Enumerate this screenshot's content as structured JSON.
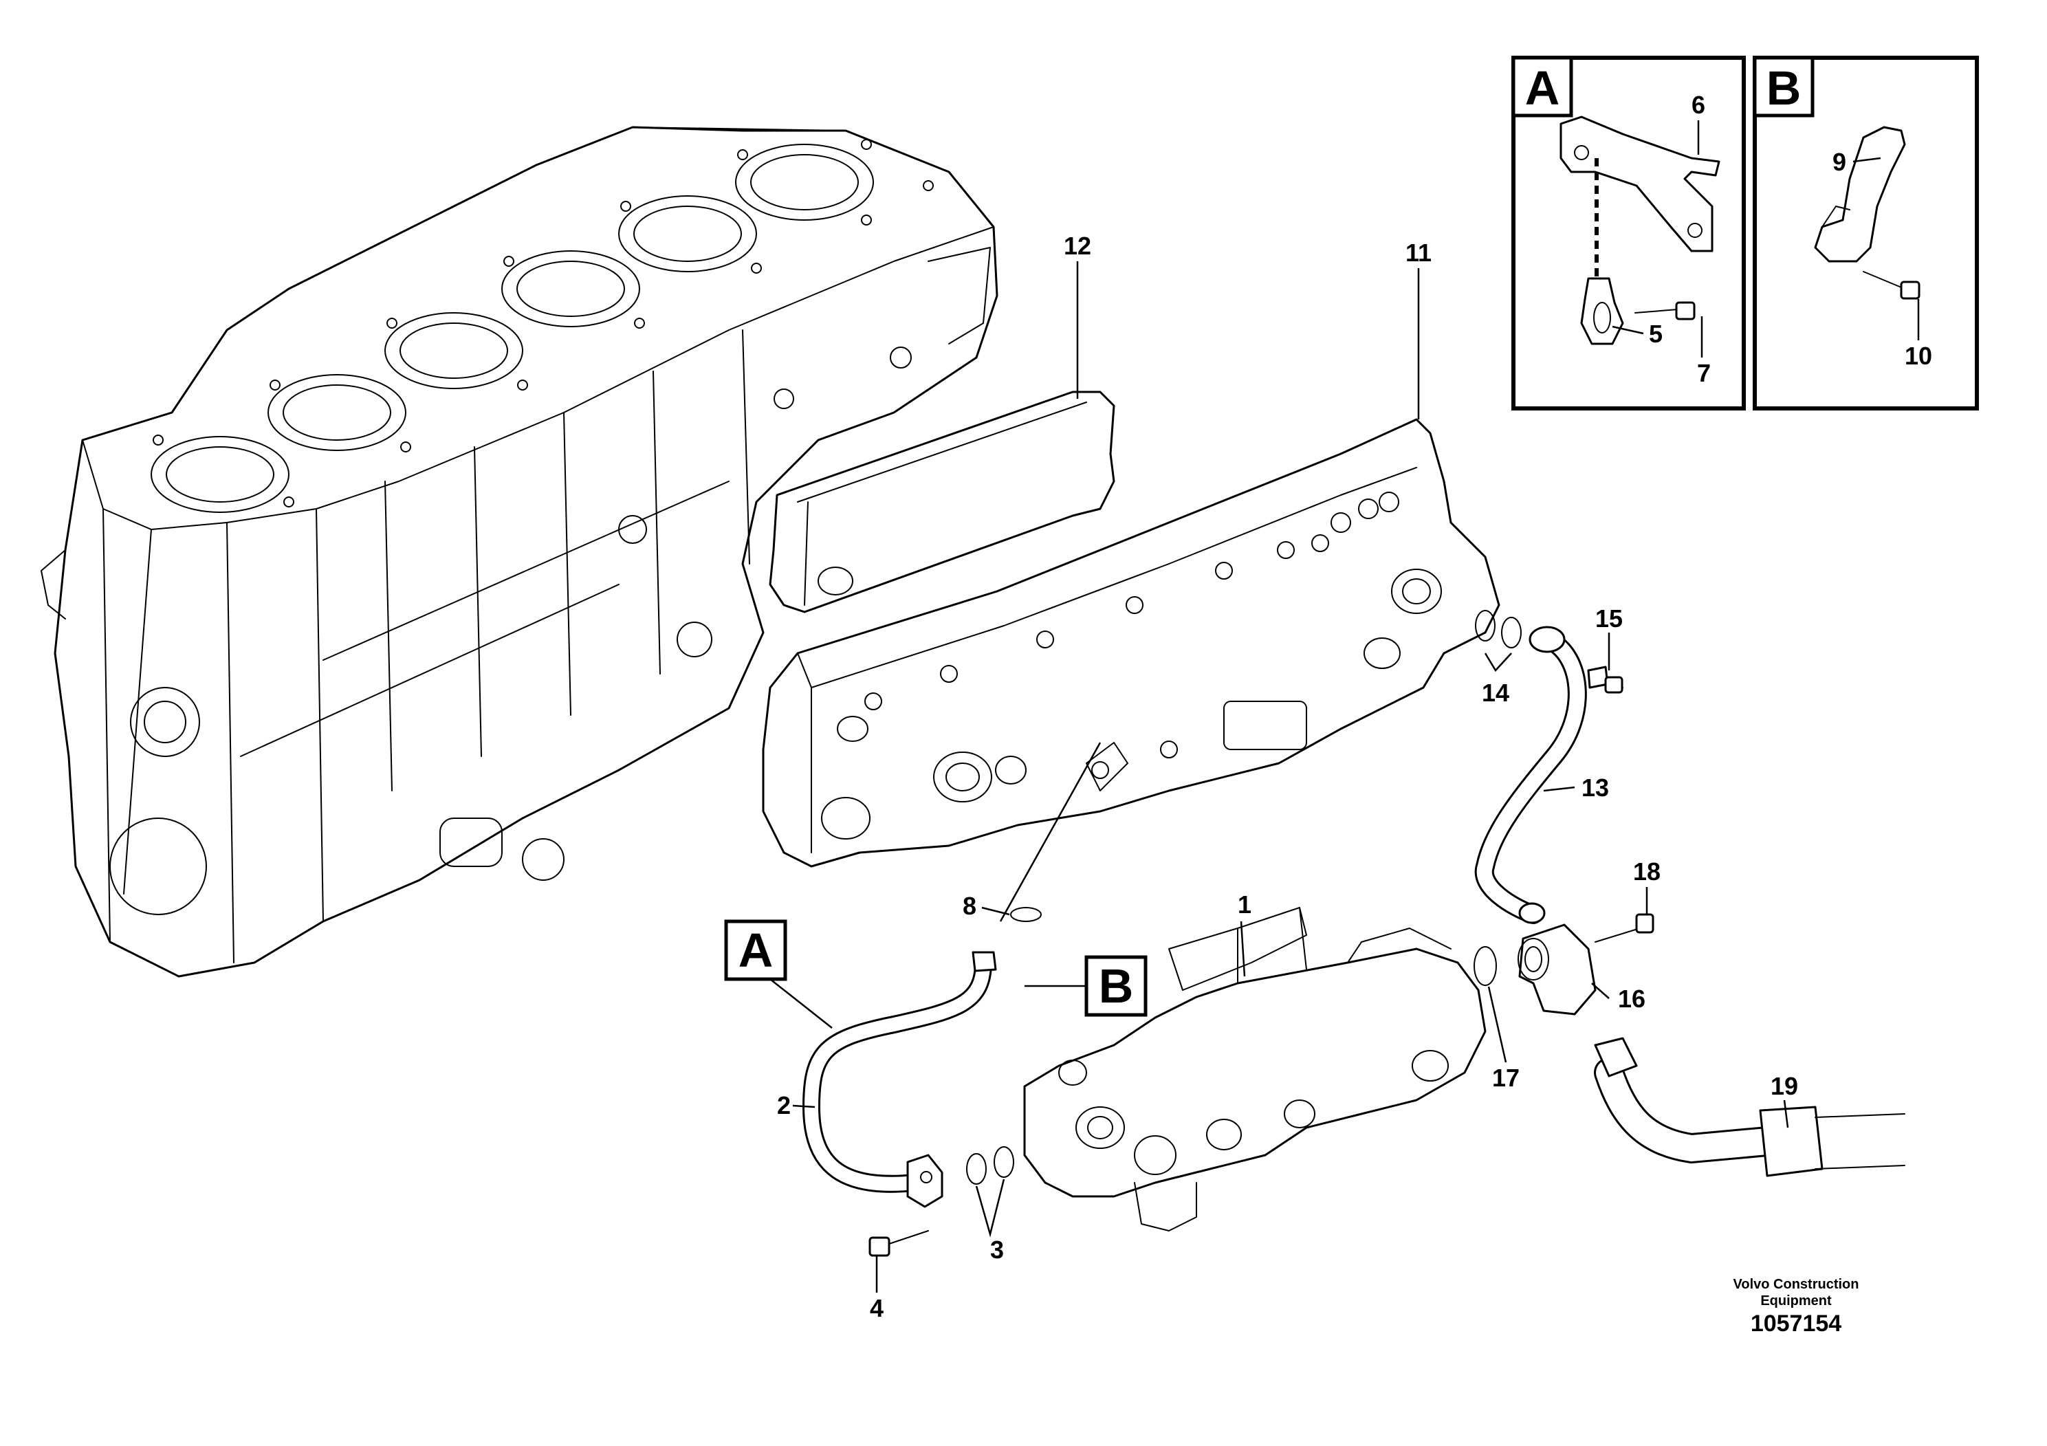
{
  "callouts": [
    "1",
    "2",
    "3",
    "4",
    "5",
    "6",
    "7",
    "8",
    "9",
    "10",
    "11",
    "12",
    "13",
    "14",
    "15",
    "16",
    "17",
    "18",
    "19"
  ],
  "detail_views": {
    "a": {
      "label": "A"
    },
    "b": {
      "label": "B"
    }
  },
  "credit": {
    "company_line1": "Volvo Construction",
    "company_line2": "Equipment",
    "drawing_number": "1057154"
  }
}
